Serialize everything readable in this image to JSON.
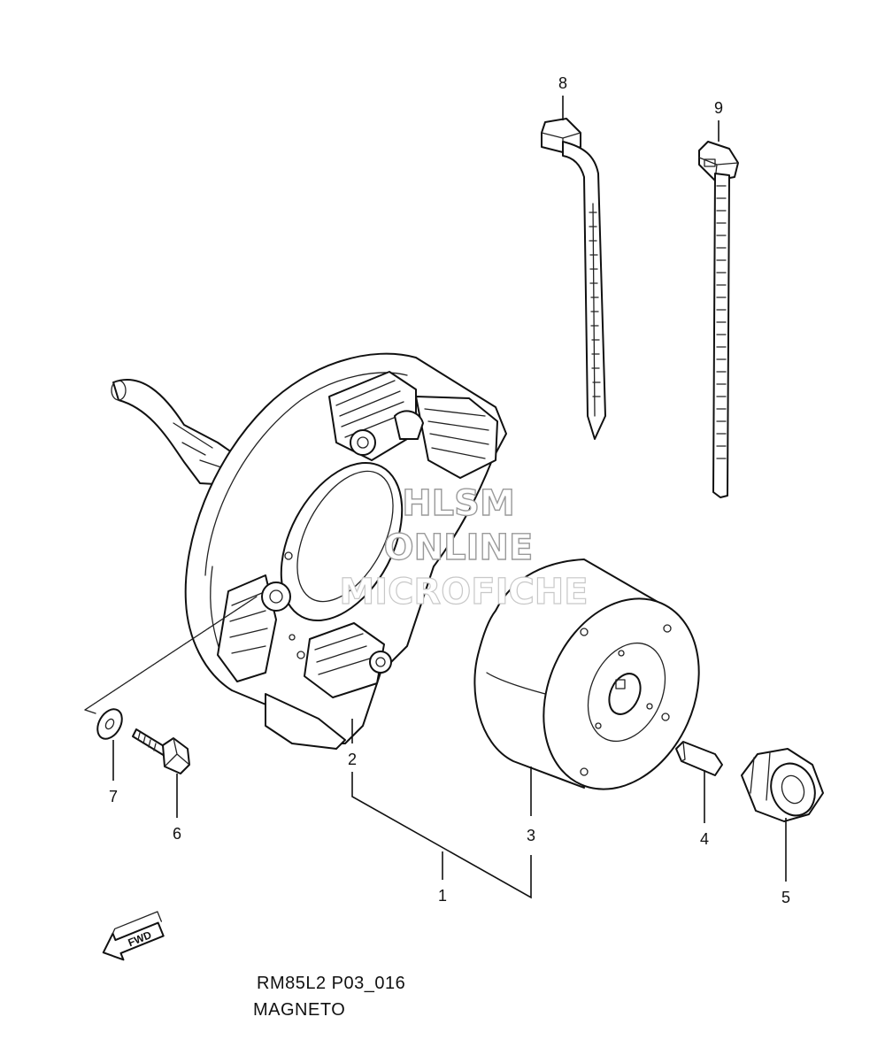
{
  "callouts": {
    "c1": "1",
    "c2": "2",
    "c3": "3",
    "c4": "4",
    "c5": "5",
    "c6": "6",
    "c7": "7",
    "c8": "8",
    "c9": "9"
  },
  "fwd_label": "FWD",
  "watermark": {
    "line1": "HLSM",
    "line2": "ONLINE",
    "line3": "MICROFICHE"
  },
  "caption": {
    "code": "RM85L2 P03_016",
    "title": "MAGNETO"
  }
}
